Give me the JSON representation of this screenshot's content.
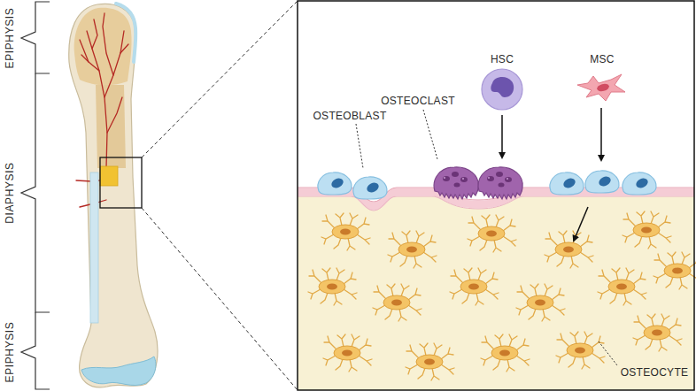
{
  "diagram": {
    "labels": [
      "EPIPHYSIS",
      "DIAPHYSIS",
      "EPIPHYSIS",
      "HSC",
      "MSC",
      "OSTEOCLAST",
      "OSTEOBLAST",
      "OSTEOCYTE"
    ]
  }
}
